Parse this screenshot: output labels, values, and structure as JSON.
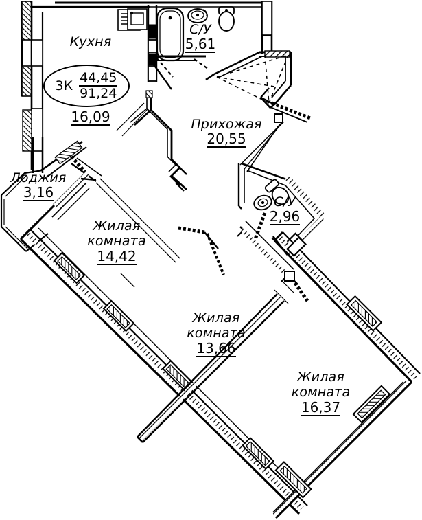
{
  "plan": {
    "type": "apartment-floor-plan",
    "units": "m²",
    "badge": {
      "rooms_label": "3К",
      "living_area": "44,45",
      "total_area": "91,24"
    },
    "rooms": [
      {
        "key": "kitchen",
        "name": "Кухня",
        "area": "16,09"
      },
      {
        "key": "bath1",
        "name": "С/У",
        "area": "5,61"
      },
      {
        "key": "hall",
        "name": "Прихожая",
        "area": "20,55"
      },
      {
        "key": "loggia",
        "name": "Лоджия",
        "area": "3,16"
      },
      {
        "key": "room1",
        "name": "Жилая комната",
        "area": "14,42"
      },
      {
        "key": "bath2",
        "name": "С/У",
        "area": "2,96"
      },
      {
        "key": "room2",
        "name": "Жилая комната",
        "area": "13,66"
      },
      {
        "key": "room3",
        "name": "Жилая комната",
        "area": "16,37"
      }
    ],
    "room_text": {
      "kitchen_name": "Кухня",
      "kitchen_area": "16,09",
      "bath1_name": "С/У",
      "bath1_area": "5,61",
      "hall_name": "Прихожая",
      "hall_area": "20,55",
      "loggia_name": "Лоджия",
      "loggia_area": "3,16",
      "room1_name_line1": "Жилая",
      "room1_name_line2": "комната",
      "room1_area": "14,42",
      "bath2_name": "С/У",
      "bath2_area": "2,96",
      "room2_name_line1": "Жилая",
      "room2_name_line2": "комната",
      "room2_area": "13,66",
      "room3_name_line1": "Жилая",
      "room3_name_line2": "комната",
      "room3_area": "16,37"
    },
    "fixtures": [
      {
        "name": "kitchen-stove-icon",
        "room": "kitchen"
      },
      {
        "name": "kitchen-sink-icon",
        "room": "kitchen"
      },
      {
        "name": "bathtub-icon",
        "room": "bath1"
      },
      {
        "name": "washbasin-icon",
        "room": "bath1"
      },
      {
        "name": "toilet-icon",
        "room": "bath1"
      },
      {
        "name": "washbasin-icon",
        "room": "bath2"
      },
      {
        "name": "toilet-icon",
        "room": "bath2"
      }
    ],
    "colors": {
      "wall": "#000000",
      "background": "#ffffff",
      "text": "#000000"
    }
  }
}
